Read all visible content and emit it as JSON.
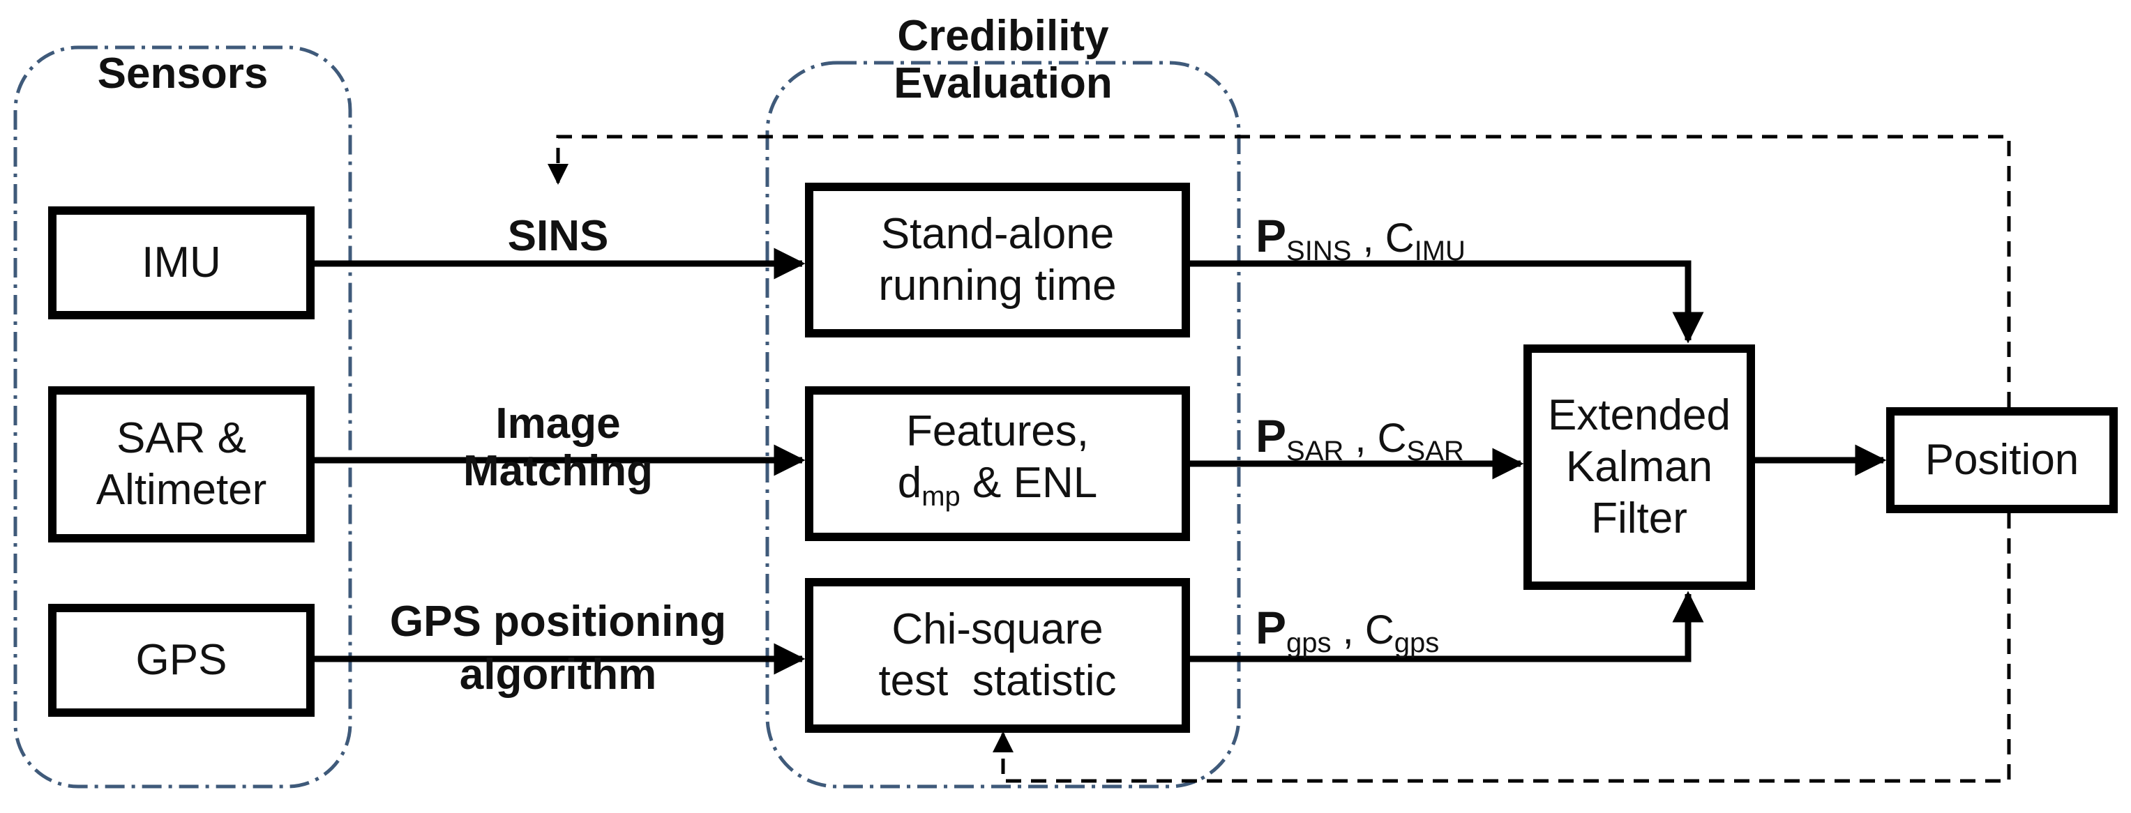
{
  "groups": {
    "sensors": "Sensors",
    "credibility": [
      "Credibility",
      "Evaluation"
    ]
  },
  "sensors": {
    "imu": "IMU",
    "sar": [
      "SAR &",
      "Altimeter"
    ],
    "gps": "GPS"
  },
  "flows": {
    "sins": "SINS",
    "image_matching": [
      "Image",
      "Matching"
    ],
    "gps_algorithm": [
      "GPS positioning",
      "algorithm"
    ]
  },
  "evaluations": {
    "standalone": [
      "Stand-alone",
      "running time"
    ],
    "features": {
      "line1": "Features,",
      "d": "d",
      "d_sub": "mp",
      "rest": " & ENL"
    },
    "chisquare": [
      "Chi-square",
      "test  statistic"
    ]
  },
  "signals": {
    "sins": {
      "p": "P",
      "p_sub": "SINS",
      "sep": " , ",
      "c": "C",
      "c_sub": "IMU"
    },
    "sar": {
      "p": "P",
      "p_sub": "SAR",
      "sep": " , ",
      "c": "C",
      "c_sub": "SAR"
    },
    "gps": {
      "p": "P",
      "p_sub": "gps",
      "sep": " , ",
      "c": "C",
      "c_sub": "gps"
    }
  },
  "filter": [
    "Extended",
    "Kalman",
    "Filter"
  ],
  "output": "Position",
  "colors": {
    "line": "#000000",
    "group_border": "#3f5a7a"
  }
}
